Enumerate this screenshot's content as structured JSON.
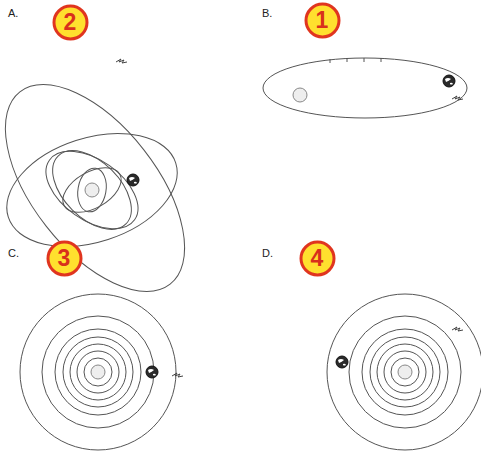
{
  "diagram": {
    "nodes": [
      {
        "text": [
          "2"
        ]
      },
      {
        "text": [
          "1"
        ]
      },
      {
        "text": [
          "3"
        ]
      },
      {
        "text": [
          "4"
        ]
      }
    ],
    "labels": [
      "A.",
      "B.",
      "C.",
      "D."
    ]
  }
}
